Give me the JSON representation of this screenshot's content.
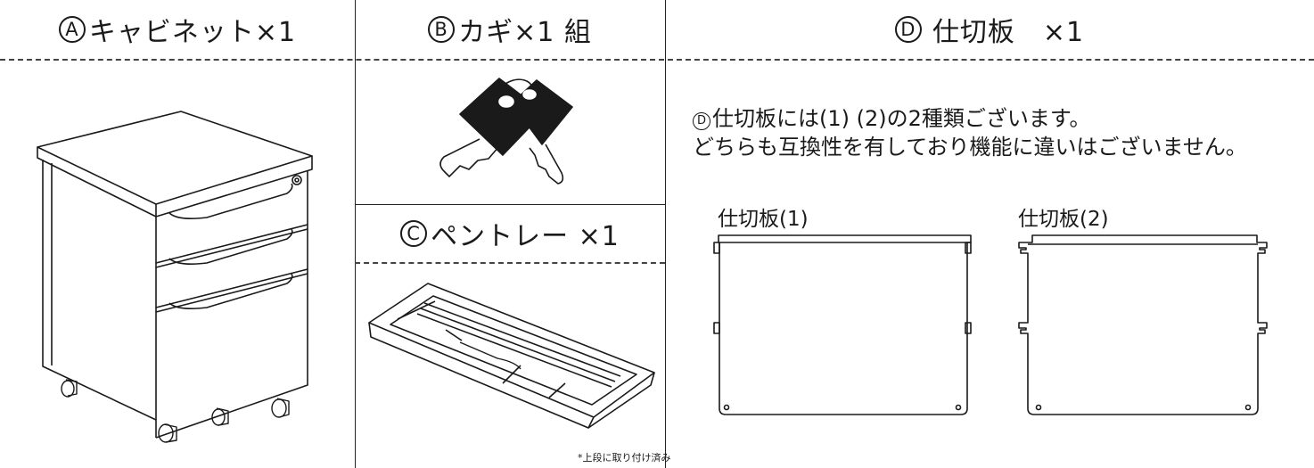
{
  "headers": {
    "a": {
      "letter": "A",
      "label": "キャビネット×1"
    },
    "b": {
      "letter": "B",
      "label": "カギ×1 組"
    },
    "c": {
      "letter": "C",
      "label": "ペントレー ×1"
    },
    "d": {
      "letter": "D",
      "label": "仕切板　×1"
    }
  },
  "description": {
    "badge": "D",
    "line1": "仕切板には(1) (2)の2種類ございます。",
    "line2": "どちらも互換性を有しており機能に違いはございません。"
  },
  "divider_labels": {
    "one": "仕切板(1)",
    "two": "仕切板(2)"
  },
  "pen_tray_note": "*上段に取り付け済み"
}
